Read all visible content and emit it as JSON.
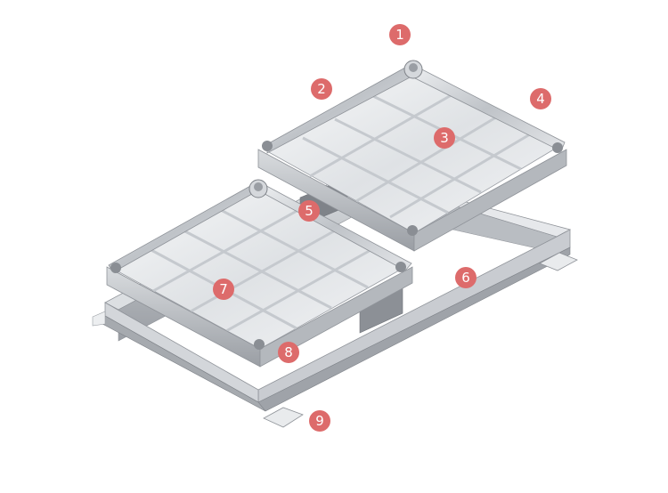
{
  "diagram": {
    "colors": {
      "badge": "#dd6b6b",
      "badge_text": "#ffffff",
      "steel": "#c9ccd1",
      "steel_dark": "#8f9399"
    },
    "callouts": [
      {
        "label": "1",
        "part": "top-right-lifting-socket"
      },
      {
        "label": "2",
        "part": "upper-cover-left-wall"
      },
      {
        "label": "3",
        "part": "upper-cover-tray"
      },
      {
        "label": "4",
        "part": "upper-cover-right-wall"
      },
      {
        "label": "5",
        "part": "lower-cover-back-wall"
      },
      {
        "label": "6",
        "part": "frame-long-side"
      },
      {
        "label": "7",
        "part": "lower-cover-tray"
      },
      {
        "label": "8",
        "part": "lower-cover-corner-socket"
      },
      {
        "label": "9",
        "part": "frame-foot-lug"
      }
    ]
  }
}
